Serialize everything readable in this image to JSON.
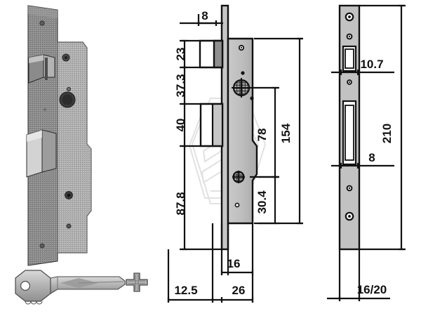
{
  "document": {
    "type": "technical-drawing",
    "subject": "Narrow-stile mortise lock with key",
    "background_color": "#ffffff",
    "line_color": "#111111",
    "metal_fill": "#b9b9b9",
    "metal_fill_light": "#cfcfcf",
    "watermark_color": "#e3e3e3"
  },
  "views": {
    "photo": {
      "name": "lock-body-photo",
      "caption": ""
    },
    "section": {
      "name": "side-section-view",
      "caption": ""
    },
    "faceplate": {
      "name": "faceplate-front-view",
      "caption": ""
    }
  },
  "dimensions": {
    "section_vertical_left": [
      {
        "id": "dim-8",
        "label": "8"
      },
      {
        "id": "dim-23",
        "label": "23"
      },
      {
        "id": "dim-37-3",
        "label": "37.3"
      },
      {
        "id": "dim-40",
        "label": "40"
      },
      {
        "id": "dim-87-8",
        "label": "87.8"
      }
    ],
    "section_vertical_right": [
      {
        "id": "dim-78",
        "label": "78"
      },
      {
        "id": "dim-30-4",
        "label": "30.4"
      },
      {
        "id": "dim-154",
        "label": "154"
      }
    ],
    "section_horizontal": [
      {
        "id": "dim-16",
        "label": "16"
      },
      {
        "id": "dim-12-5",
        "label": "12.5"
      },
      {
        "id": "dim-26",
        "label": "26"
      }
    ],
    "faceplate_vertical": [
      {
        "id": "dim-10-7",
        "label": "10.7"
      },
      {
        "id": "dim-8b",
        "label": "8"
      },
      {
        "id": "dim-210",
        "label": "210"
      }
    ],
    "faceplate_horizontal": [
      {
        "id": "dim-16-20",
        "label": "16/20"
      }
    ]
  },
  "parts": {
    "key": {
      "name": "key",
      "label": ""
    },
    "spindle": {
      "name": "cross-spindle",
      "label": ""
    }
  }
}
